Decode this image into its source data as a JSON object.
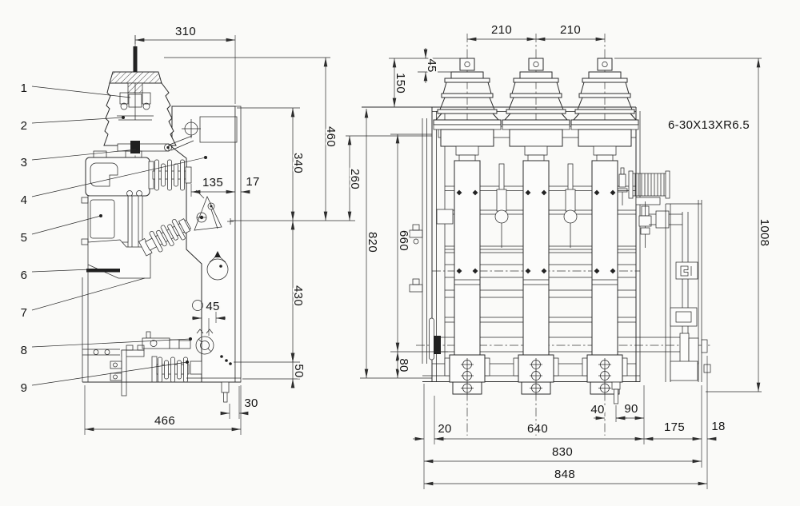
{
  "colors": {
    "background": "#fafaf8",
    "ink": "#2b2b2b",
    "text": "#141414"
  },
  "callouts": [
    "1",
    "2",
    "3",
    "4",
    "5",
    "6",
    "7",
    "8",
    "9"
  ],
  "side_view": {
    "dims": {
      "d310": "310",
      "d460": "460",
      "d340": "340",
      "d260": "260",
      "d430": "430",
      "d135": "135",
      "d17": "17",
      "d45": "45",
      "d50": "50",
      "d30": "30",
      "d466": "466"
    }
  },
  "front_view": {
    "note": "6-30X13XR6.5",
    "dims": {
      "d210a": "210",
      "d210b": "210",
      "d45": "45",
      "d150": "150",
      "d820": "820",
      "d660": "660",
      "d80": "80",
      "d1008": "1008",
      "d20": "20",
      "d640": "640",
      "d40": "40",
      "d90": "90",
      "d175": "175",
      "d18": "18",
      "d830": "830",
      "d848": "848"
    }
  }
}
